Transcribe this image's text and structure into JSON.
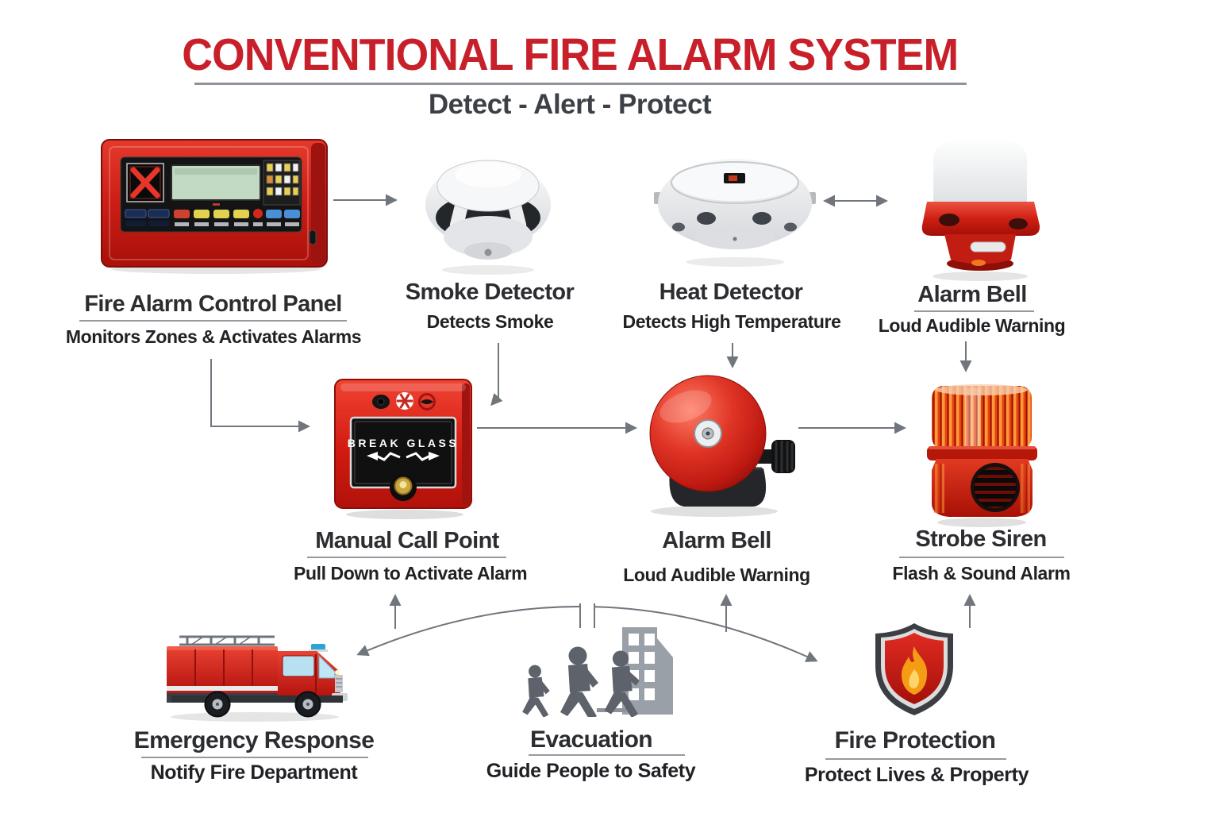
{
  "poster": {
    "title": "CONVENTIONAL FIRE ALARM SYSTEM",
    "subtitle": "Detect - Alert - Protect"
  },
  "colors": {
    "title_red": "#c8202a",
    "device_red": "#d8261c",
    "connector_gray": "#71767d",
    "text_dark": "#2b2d30"
  },
  "components": {
    "control_panel": {
      "label": "Fire Alarm Control Panel",
      "description": "Monitors Zones & Activates Alarms"
    },
    "smoke_detector": {
      "label": "Smoke Detector",
      "description": "Detects Smoke"
    },
    "heat_detector": {
      "label": "Heat Detector",
      "description": "Detects High Temperature"
    },
    "alarm_bell_top": {
      "label": "Alarm Bell",
      "description": "Loud Audible Warning"
    },
    "manual_call_point": {
      "label": "Manual Call Point",
      "description": "Pull Down to Activate Alarm",
      "device_text": "BREAK GLASS"
    },
    "alarm_bell_mid": {
      "label": "Alarm Bell",
      "description": "Loud Audible Warning"
    },
    "strobe_siren": {
      "label": "Strobe Siren",
      "description": "Flash & Sound Alarm"
    },
    "emergency_response": {
      "label": "Emergency Response",
      "description": "Notify Fire Department"
    },
    "evacuation": {
      "label": "Evacuation",
      "description": "Guide People to Safety"
    },
    "fire_protection": {
      "label": "Fire Protection",
      "description": "Protect Lives & Property"
    }
  }
}
